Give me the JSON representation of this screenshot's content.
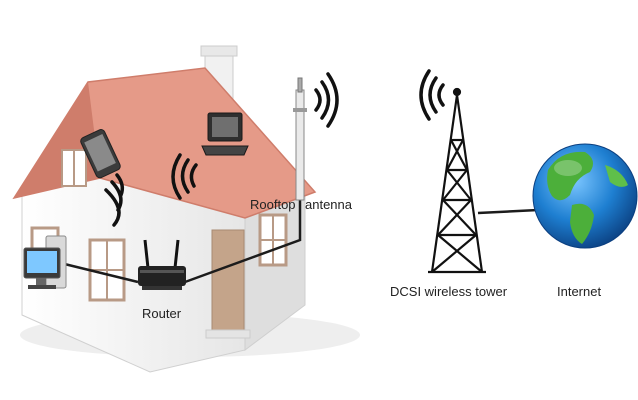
{
  "labels": {
    "router": "Router",
    "rooftop": "Rooftop",
    "antenna": "antenna",
    "tower": "DCSI wireless tower",
    "internet": "Internet"
  },
  "colors": {
    "roof": "#e59a88",
    "roof_dark": "#cf7d6b",
    "wall": "#f4f4f4",
    "wall_shade": "#dcdcdc",
    "door": "#c4a48a",
    "cable": "#1c1c1c",
    "ocean": "#1e7fd1",
    "land": "#4caf3a"
  },
  "icons": [
    "desktop-computer-icon",
    "smartphone-icon",
    "laptop-icon",
    "wifi-signal-icon",
    "router-icon",
    "antenna-icon",
    "tower-icon",
    "globe-icon"
  ]
}
